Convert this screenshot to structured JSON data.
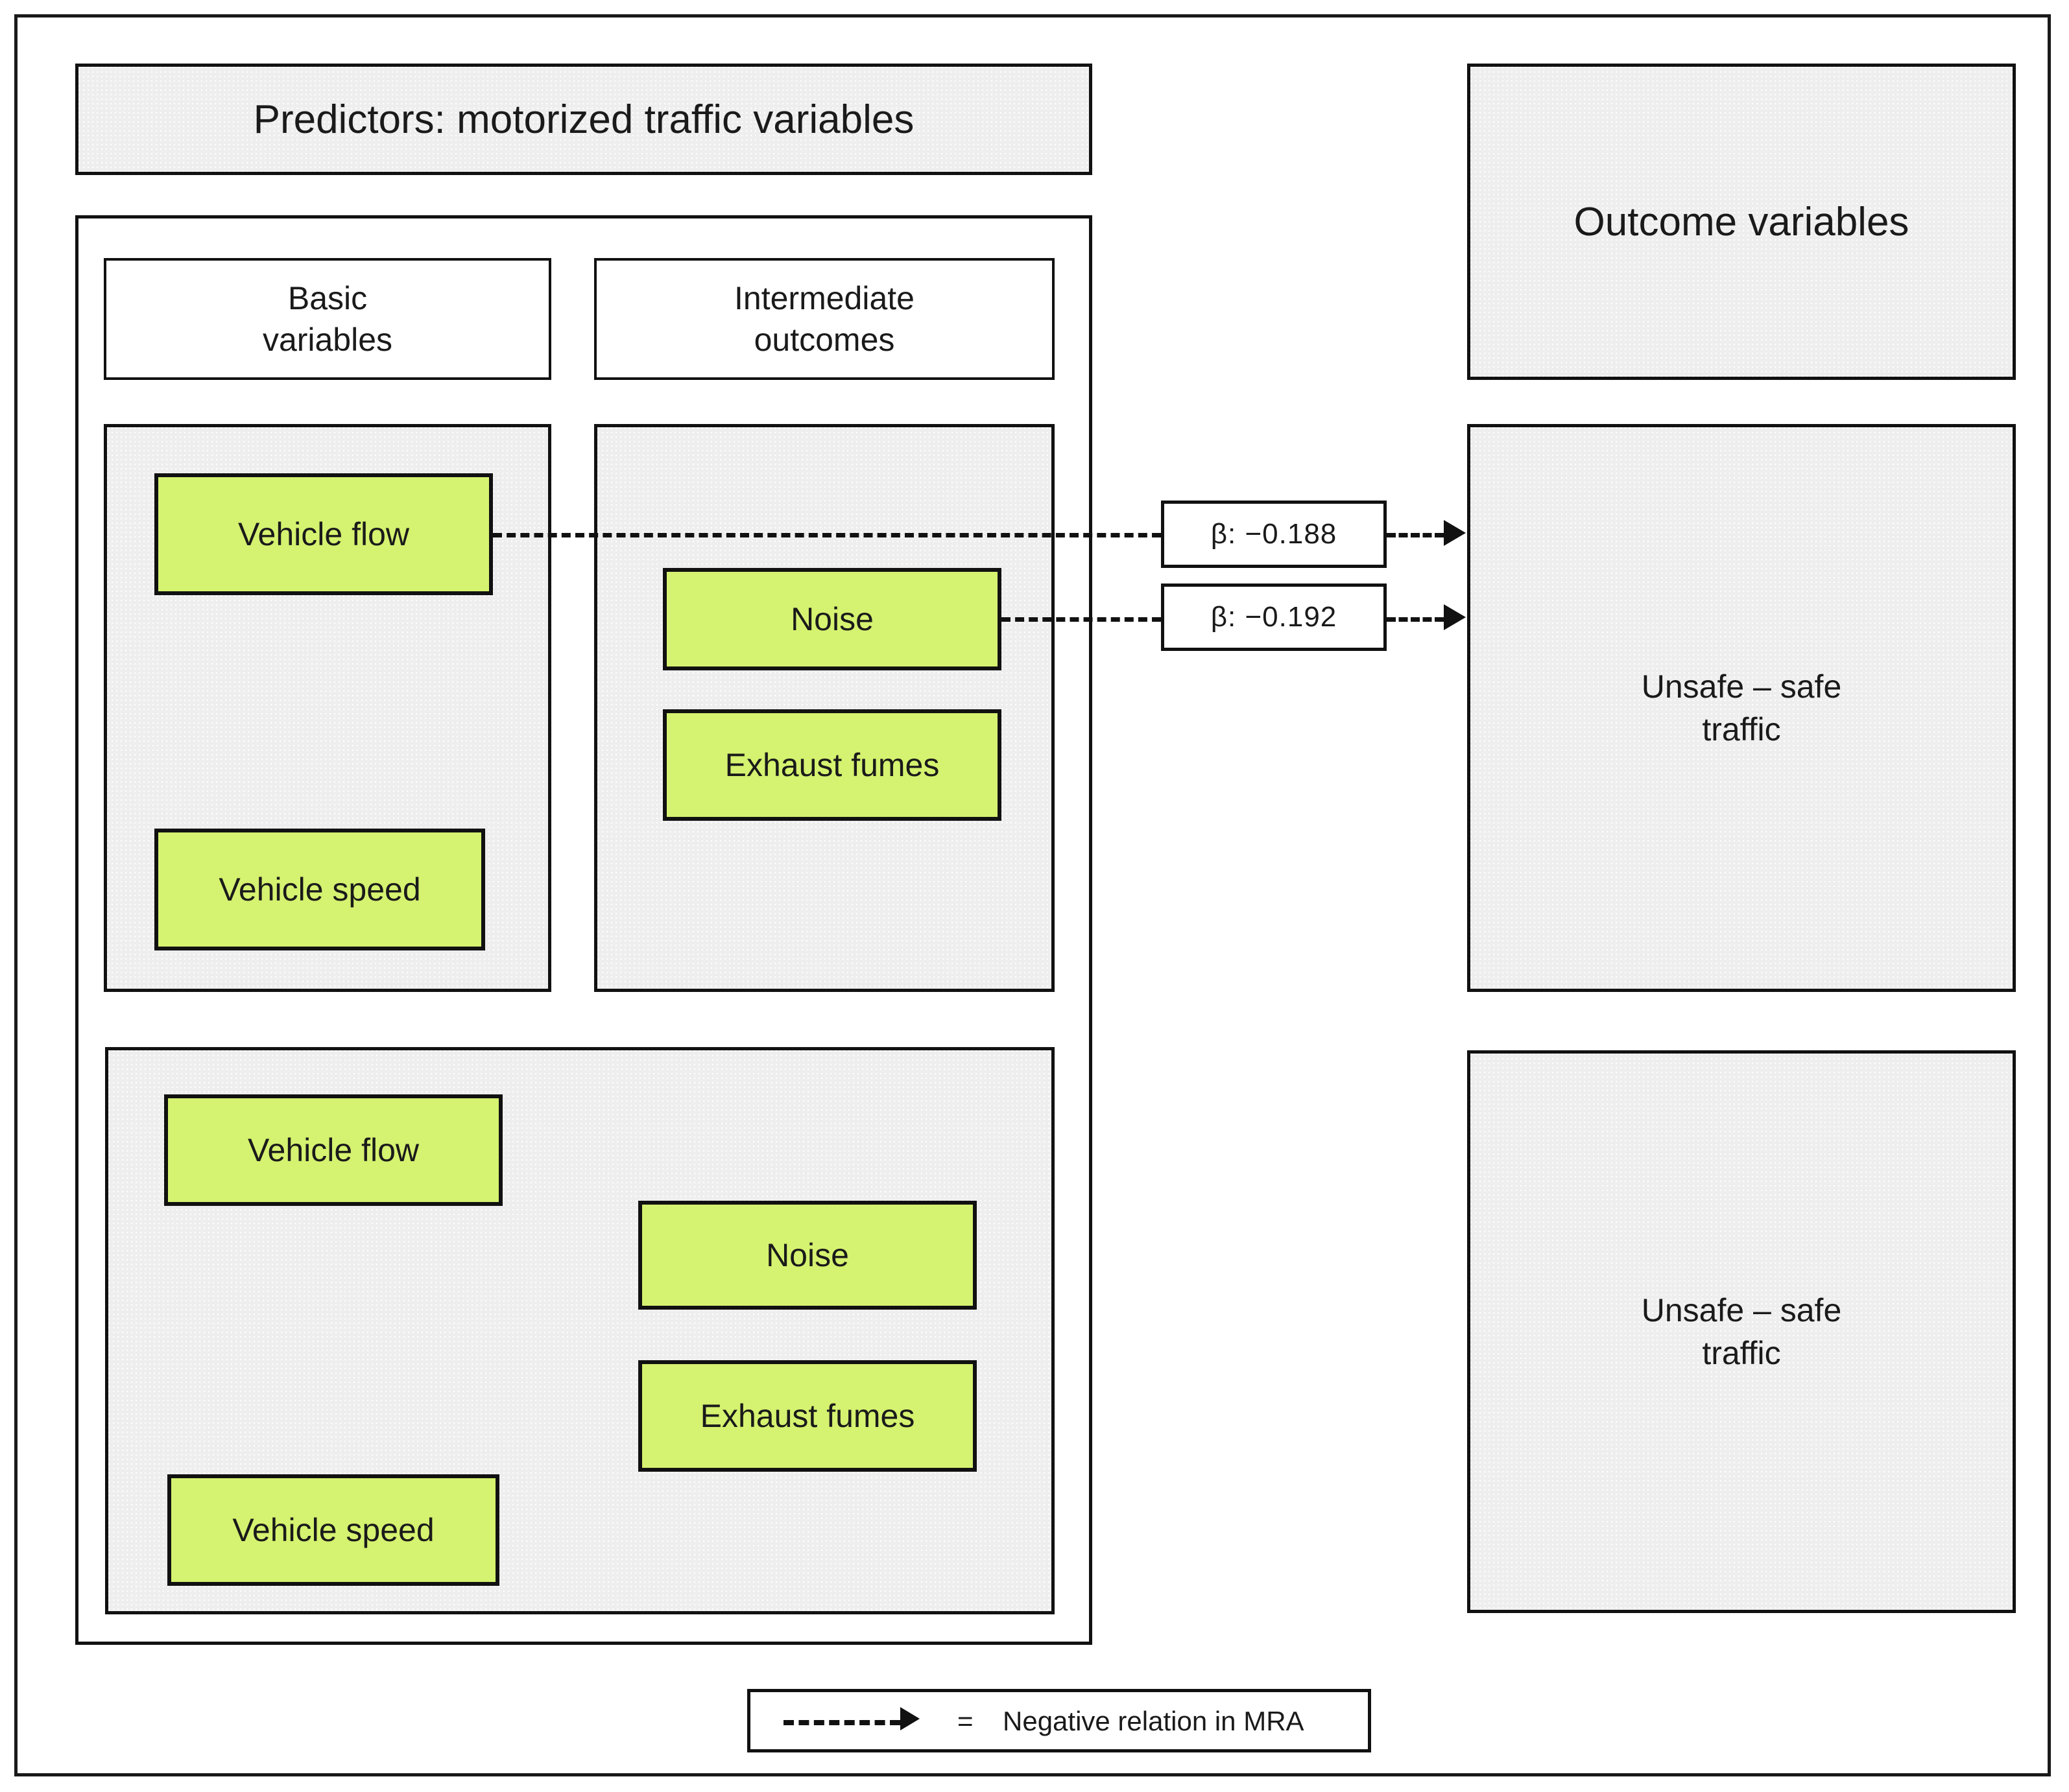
{
  "diagram": {
    "title_banner": "Predictors: motorized traffic variables",
    "outcome_banner": "Outcome variables",
    "column_headers": {
      "basic": "Basic\nvariables",
      "basic_line1": "Basic",
      "basic_line2": "variables",
      "intermediate_line1": "Intermediate",
      "intermediate_line2": "outcomes"
    },
    "upper_section": {
      "basic_variables": [
        {
          "label": "Vehicle flow"
        },
        {
          "label": "Vehicle speed"
        }
      ],
      "intermediate_outcomes": [
        {
          "label": "Noise"
        },
        {
          "label": "Exhaust fumes"
        }
      ]
    },
    "lower_section": {
      "variables": [
        {
          "label": "Vehicle flow"
        },
        {
          "label": "Noise"
        },
        {
          "label": "Exhaust fumes"
        },
        {
          "label": "Vehicle speed"
        }
      ]
    },
    "outcomes": [
      {
        "line1": "Unsafe – safe",
        "line2": "traffic"
      },
      {
        "line1": "Unsafe – safe",
        "line2": "traffic"
      }
    ],
    "relations": [
      {
        "from": "Vehicle flow",
        "to": "Unsafe – safe traffic",
        "label": "β: −0.188",
        "sign": "negative"
      },
      {
        "from": "Noise",
        "to": "Unsafe – safe traffic",
        "label": "β: −0.192",
        "sign": "negative"
      }
    ],
    "legend": {
      "equals": "=",
      "text": "Negative relation in MRA"
    },
    "colors": {
      "variable_fill": "#d5f270",
      "panel_fill": "#eeeeee",
      "stroke": "#111111",
      "background": "#ffffff"
    }
  }
}
